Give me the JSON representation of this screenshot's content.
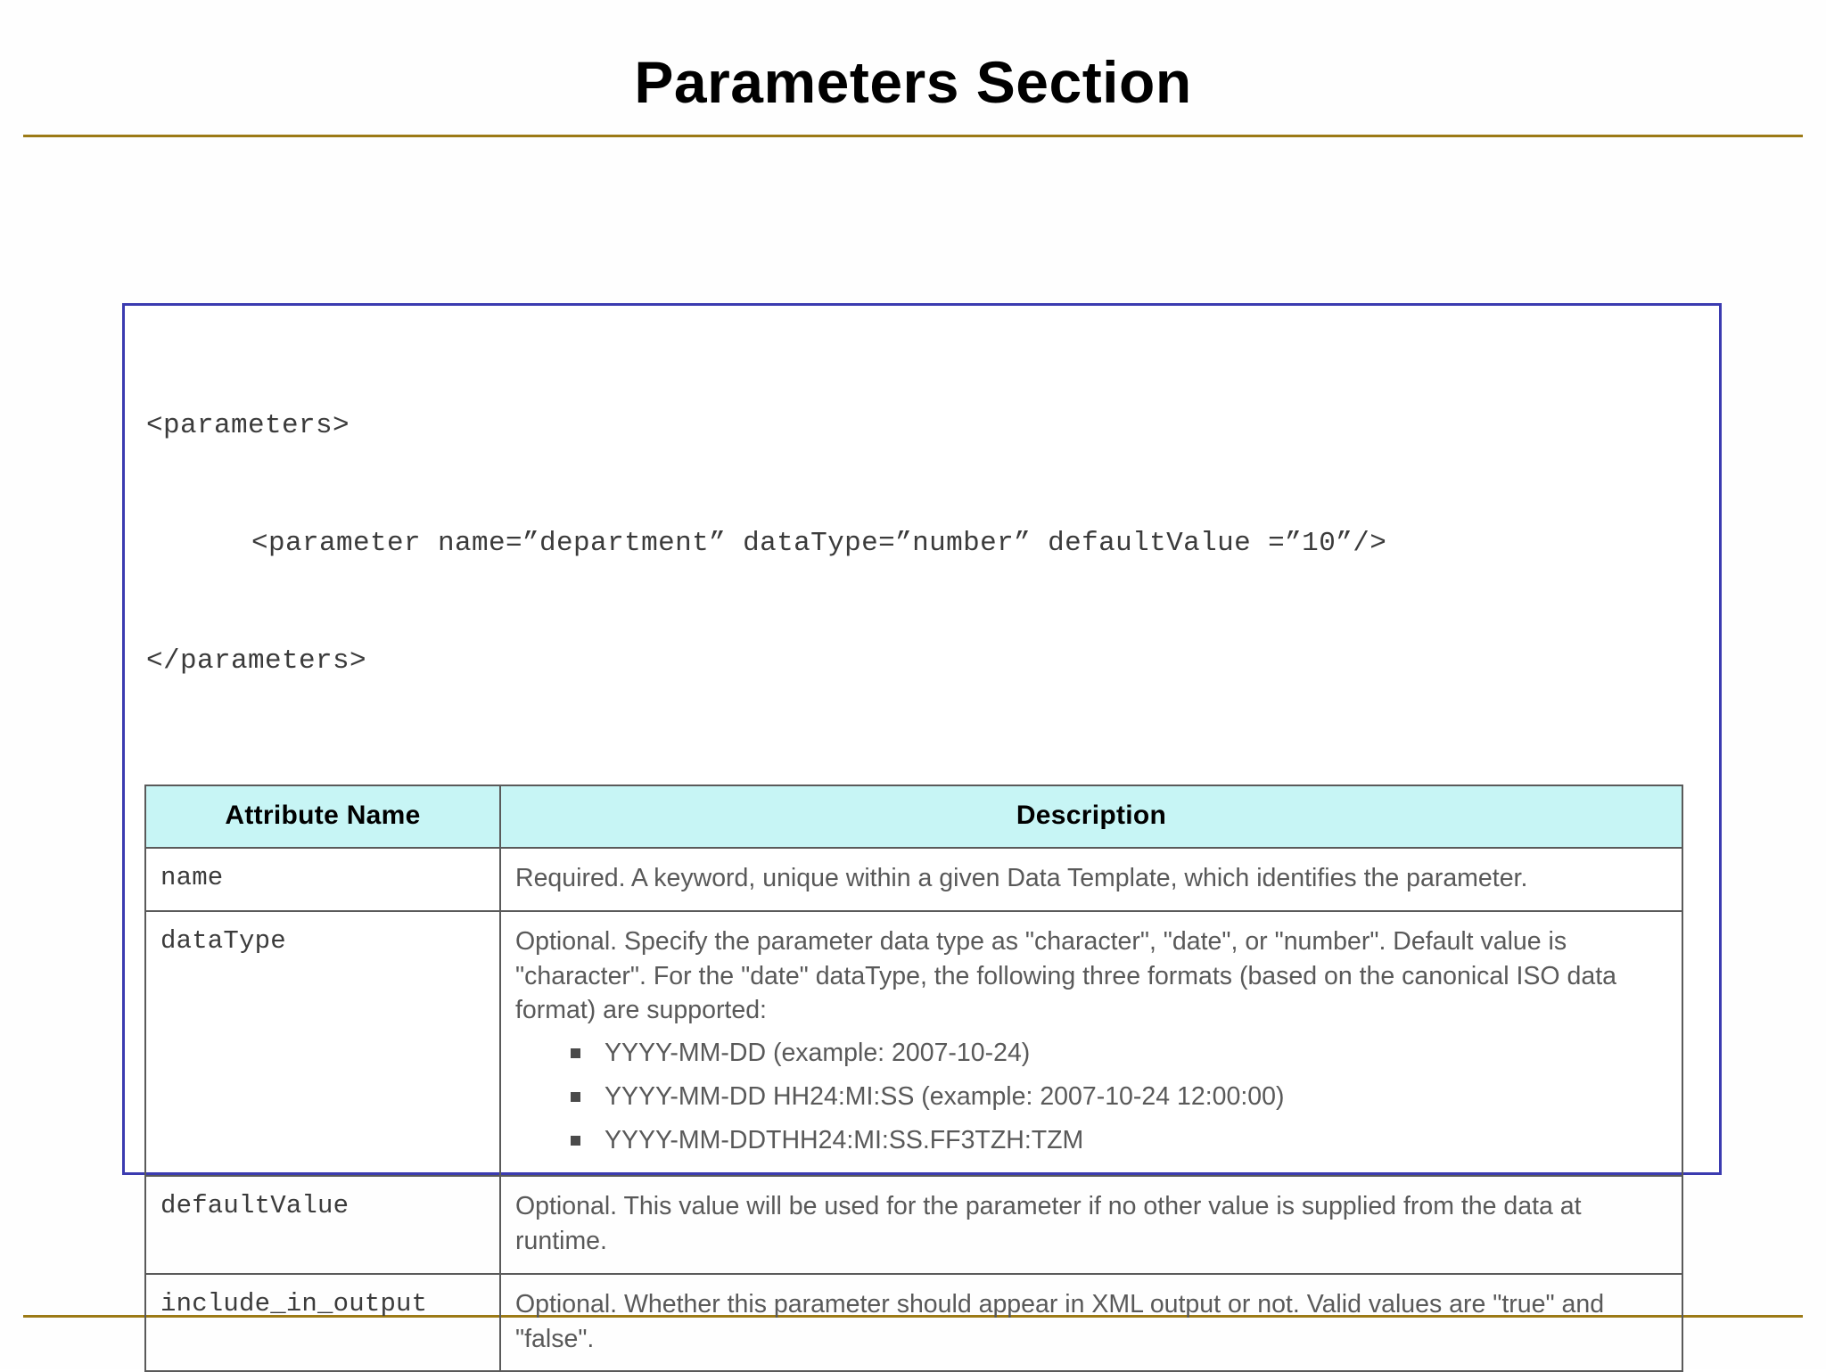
{
  "slide": {
    "title": "Parameters Section",
    "rule_color": "#9c7a16",
    "box_border_color": "#3b3bb0",
    "header_fill": "#c7f5f5"
  },
  "code_block": {
    "lines": [
      "<parameters>",
      "     <parameter name=\"department\" dataType=\"number\" defaultValue =\"10\"/>",
      "</parameters>"
    ],
    "line1": "<parameters>",
    "line2": "<parameter name=”department” dataType=”number” defaultValue =”10”/>",
    "line3": "</parameters>"
  },
  "table": {
    "headers": {
      "attribute": "Attribute Name",
      "description": "Description"
    },
    "rows": [
      {
        "attribute": "name",
        "description": "Required. A keyword, unique within a given Data Template, which identifies the parameter."
      },
      {
        "attribute": "dataType",
        "description": "Optional. Specify the parameter data type as \"character\", \"date\", or \"number\". Default value is \"character\". For the \"date\" dataType, the following three formats (based on the canonical ISO data format) are supported:",
        "formats": [
          "YYYY-MM-DD (example: 2007-10-24)",
          "YYYY-MM-DD HH24:MI:SS (example: 2007-10-24 12:00:00)",
          "YYYY-MM-DDTHH24:MI:SS.FF3TZH:TZM"
        ]
      },
      {
        "attribute": "defaultValue",
        "description": "Optional. This value will be used for the parameter if no other value is supplied from the data at runtime."
      },
      {
        "attribute": "include_in_output",
        "description": "Optional. Whether this parameter should appear in XML output or not. Valid values are \"true\" and \"false\"."
      }
    ]
  }
}
